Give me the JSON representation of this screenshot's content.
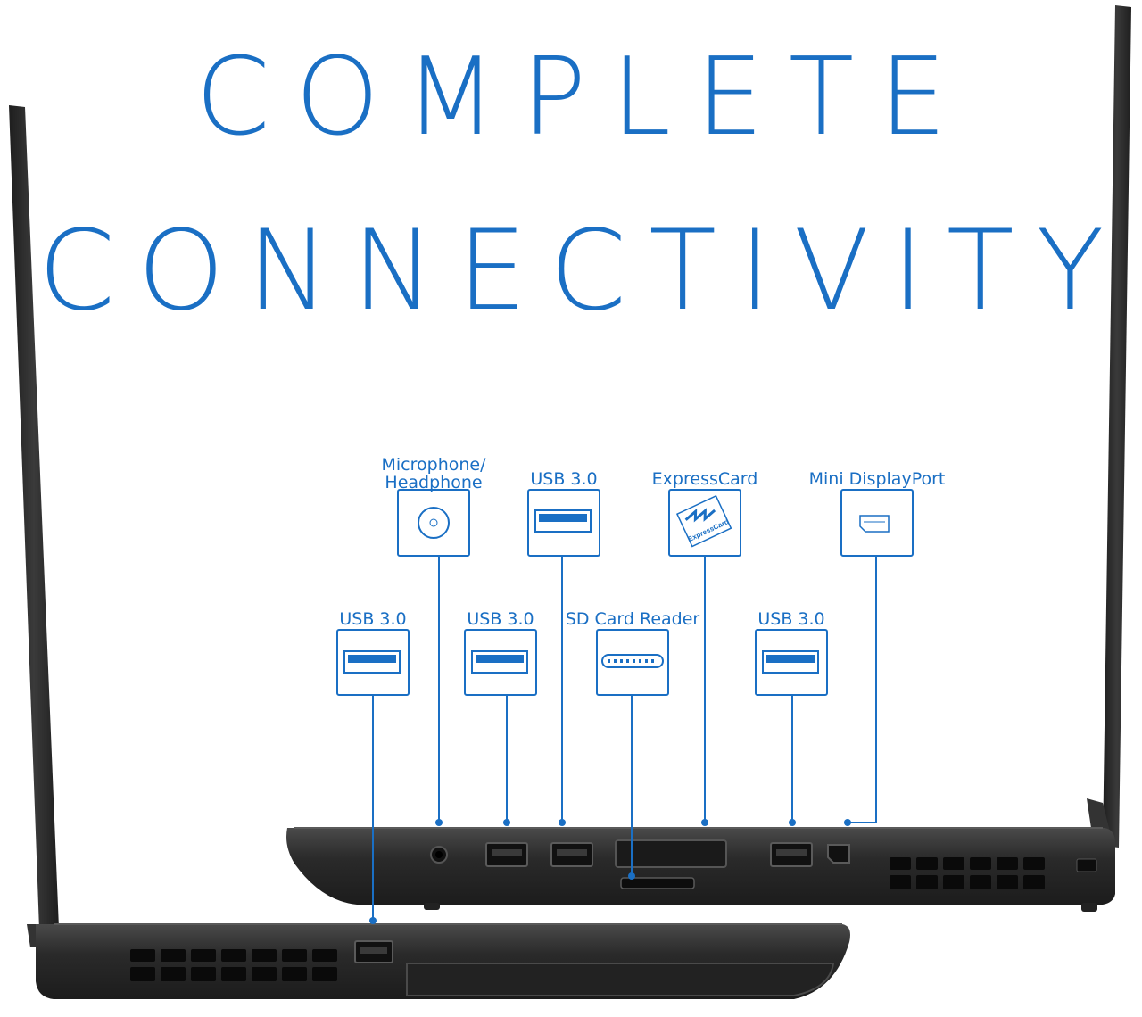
{
  "headline": {
    "line1": "COMPLETE",
    "line2": "CONNECTIVITY"
  },
  "ports": {
    "mic": {
      "label_line1": "Microphone/",
      "label_line2": "Headphone",
      "icon": "headphone-jack-icon"
    },
    "usb_right_top": {
      "label": "USB 3.0",
      "icon": "usb-port-icon"
    },
    "expresscard": {
      "label": "ExpressCard",
      "icon": "expresscard-logo-icon",
      "logo_text": "ExpressCard"
    },
    "mini_dp": {
      "label": "Mini DisplayPort",
      "icon": "mini-displayport-icon"
    },
    "usb_left": {
      "label": "USB 3.0",
      "icon": "usb-port-icon"
    },
    "usb_right_low": {
      "label": "USB 3.0",
      "icon": "usb-port-icon"
    },
    "sd_card": {
      "label": "SD Card Reader",
      "icon": "sd-card-slot-icon"
    },
    "usb_right_rear": {
      "label": "USB 3.0",
      "icon": "usb-port-icon"
    }
  },
  "colors": {
    "accent": "#1a6fc4",
    "laptop_body": "#2b2b2b",
    "laptop_edge": "#444444"
  }
}
